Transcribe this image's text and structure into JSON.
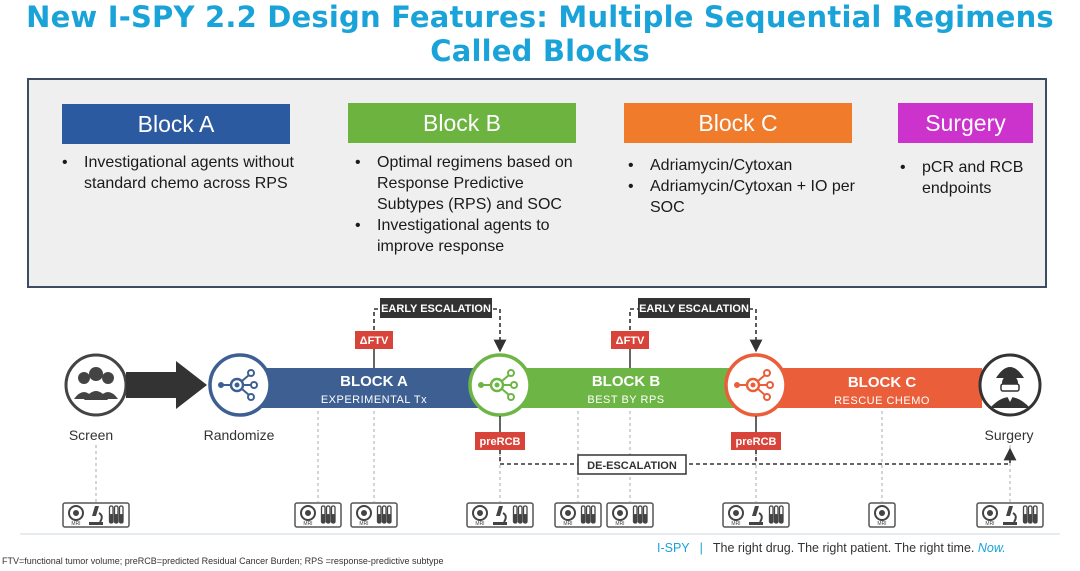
{
  "title": {
    "line1": "New I-SPY 2.2 Design Features: Multiple Sequential Regimens",
    "line2": "Called Blocks"
  },
  "blocks": [
    {
      "label": "Block A",
      "color": "#2c5aa0",
      "bullets": [
        "Investigational agents without standard chemo across RPS"
      ]
    },
    {
      "label": "Block B",
      "color": "#6cb33f",
      "bullets": [
        "Optimal regimens based on Response Predictive Subtypes (RPS) and SOC",
        "Investigational agents to improve response"
      ]
    },
    {
      "label": "Block C",
      "color": "#ef7b2b",
      "bullets": [
        "Adriamycin/Cytoxan",
        "Adriamycin/Cytoxan + IO per SOC"
      ]
    },
    {
      "label": "Surgery",
      "color": "#cc33cc",
      "bullets": [
        "pCR and RCB endpoints"
      ]
    }
  ],
  "flow": {
    "screen_label": "Screen",
    "randomize_label": "Randomize",
    "surgery_label": "Surgery",
    "bar_a_title": "BLOCK A",
    "bar_a_sub": "EXPERIMENTAL Tx",
    "bar_b_title": "BLOCK B",
    "bar_b_sub": "BEST BY RPS",
    "bar_c_title": "BLOCK C",
    "bar_c_sub": "RESCUE CHEMO",
    "early_escalation": "EARLY ESCALATION",
    "delta_ftv": "ΔFTV",
    "pre_rcb": "preRCB",
    "de_escalation": "DE-ESCALATION",
    "mri_label": "MRI",
    "colors": {
      "block_a": "#3d5f92",
      "block_b": "#6db645",
      "block_c": "#ea5e3a",
      "dark_arrow": "#333333",
      "red_tag": "#d8443a"
    }
  },
  "footer": {
    "definitions": "FTV=functional tumor volume; preRCB=predicted Residual Cancer Burden; RPS =response-predictive subtype",
    "brand": "I-SPY",
    "separator": "|",
    "tagline": "The right drug. The right patient. The right time.",
    "now": "Now."
  }
}
